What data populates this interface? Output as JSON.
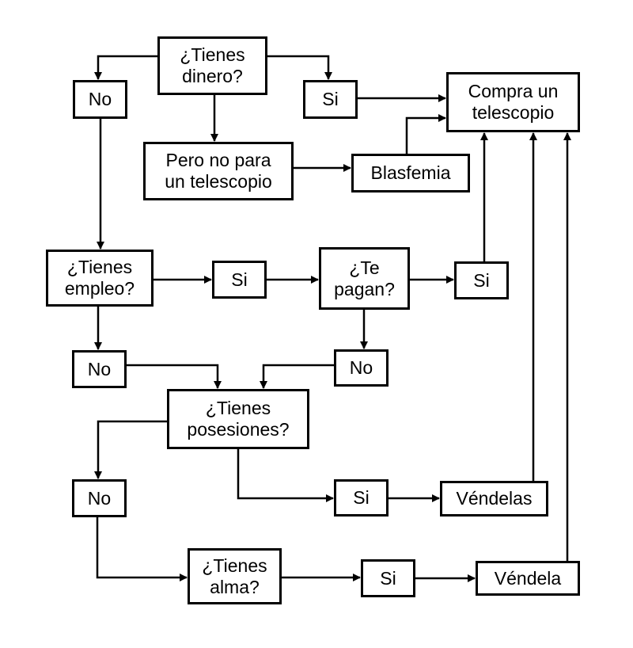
{
  "diagram": {
    "type": "flowchart",
    "colors": {
      "stroke": "#000000",
      "fill": "#ffffff",
      "text": "#000000"
    },
    "nodes": {
      "dinero": {
        "label": "¿Tienes\ndinero?"
      },
      "dinero_no": {
        "label": "No"
      },
      "dinero_si": {
        "label": "Si"
      },
      "pero_no": {
        "label": "Pero no para\nun telescopio"
      },
      "blasfemia": {
        "label": "Blasfemia"
      },
      "compra": {
        "label": "Compra un\ntelescopio"
      },
      "empleo": {
        "label": "¿Tienes\nempleo?"
      },
      "empleo_si": {
        "label": "Si"
      },
      "empleo_no": {
        "label": "No"
      },
      "pagan": {
        "label": "¿Te\npagan?"
      },
      "pagan_si": {
        "label": "Si"
      },
      "pagan_no": {
        "label": "No"
      },
      "posesiones": {
        "label": "¿Tienes\nposesiones?"
      },
      "posesiones_no": {
        "label": "No"
      },
      "posesiones_si": {
        "label": "Si"
      },
      "vendelas": {
        "label": "Véndelas"
      },
      "alma": {
        "label": "¿Tienes\nalma?"
      },
      "alma_si": {
        "label": "Si"
      },
      "vendela": {
        "label": "Véndela"
      }
    },
    "edges": [
      {
        "from": "dinero",
        "to": "dinero_no"
      },
      {
        "from": "dinero",
        "to": "dinero_si"
      },
      {
        "from": "dinero",
        "to": "pero_no"
      },
      {
        "from": "dinero_si",
        "to": "compra"
      },
      {
        "from": "pero_no",
        "to": "blasfemia"
      },
      {
        "from": "blasfemia",
        "to": "compra"
      },
      {
        "from": "dinero_no",
        "to": "empleo"
      },
      {
        "from": "empleo",
        "to": "empleo_si"
      },
      {
        "from": "empleo_si",
        "to": "pagan"
      },
      {
        "from": "pagan",
        "to": "pagan_si"
      },
      {
        "from": "pagan_si",
        "to": "compra"
      },
      {
        "from": "empleo",
        "to": "empleo_no"
      },
      {
        "from": "pagan",
        "to": "pagan_no"
      },
      {
        "from": "empleo_no",
        "to": "posesiones"
      },
      {
        "from": "pagan_no",
        "to": "posesiones"
      },
      {
        "from": "posesiones",
        "to": "posesiones_no"
      },
      {
        "from": "posesiones",
        "to": "posesiones_si"
      },
      {
        "from": "posesiones_si",
        "to": "vendelas"
      },
      {
        "from": "vendelas",
        "to": "compra"
      },
      {
        "from": "posesiones_no",
        "to": "alma"
      },
      {
        "from": "alma",
        "to": "alma_si"
      },
      {
        "from": "alma_si",
        "to": "vendela"
      },
      {
        "from": "vendela",
        "to": "compra"
      }
    ]
  }
}
